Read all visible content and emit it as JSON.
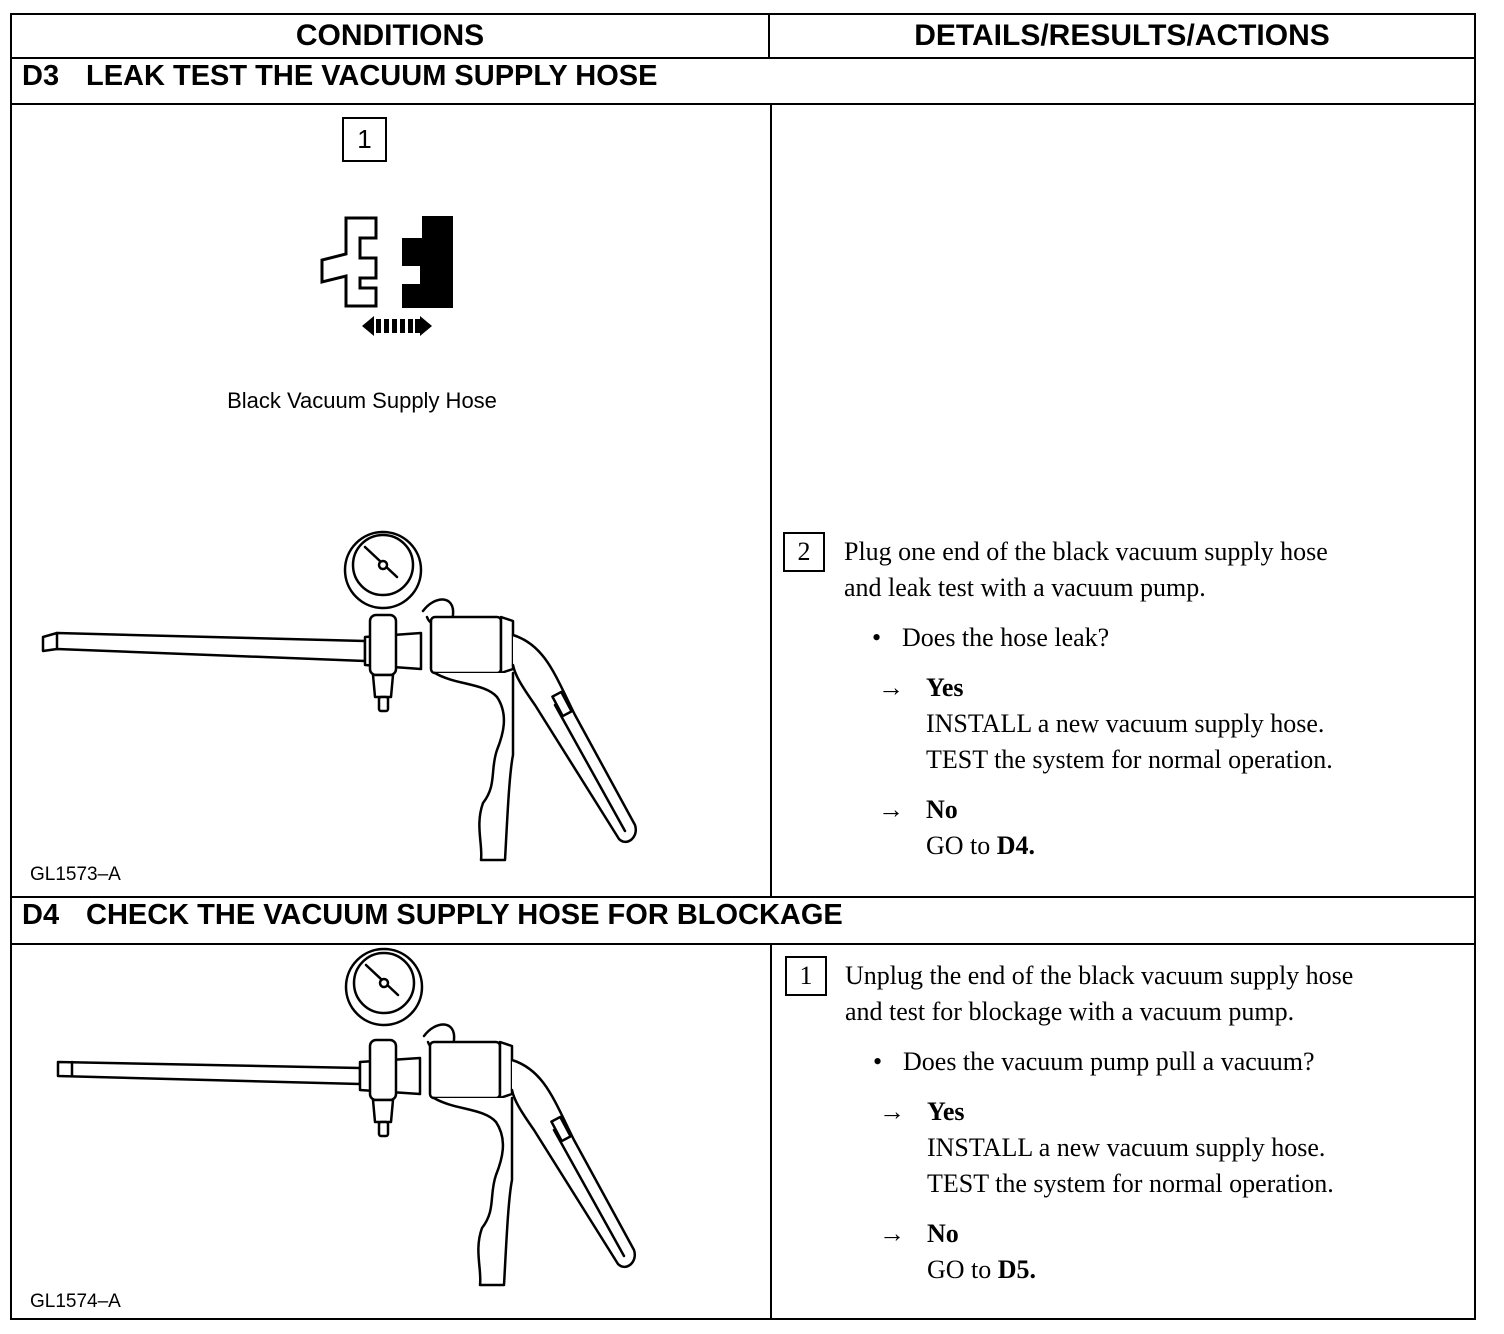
{
  "columns": {
    "conditions": "CONDITIONS",
    "details": "DETAILS/RESULTS/ACTIONS"
  },
  "sections": [
    {
      "code": "D3",
      "title": "LEAK TEST THE VACUUM SUPPLY HOSE",
      "figure_step": "1",
      "figure_caption": "Black Vacuum Supply Hose",
      "figure_id": "GL1573–A",
      "step": {
        "number": "2",
        "text_line1": "Plug one end of the black vacuum supply hose",
        "text_line2": "and leak test with a vacuum pump.",
        "bullet": "•",
        "question": "Does the hose leak?",
        "yes": {
          "arrow": "→",
          "label": "Yes",
          "line1": "INSTALL a new vacuum supply hose.",
          "line2": "TEST the system for normal operation."
        },
        "no": {
          "arrow": "→",
          "label": "No",
          "prefix": "GO to ",
          "target": "D4."
        }
      }
    },
    {
      "code": "D4",
      "title": "CHECK THE VACUUM SUPPLY HOSE FOR BLOCKAGE",
      "figure_id": "GL1574–A",
      "step": {
        "number": "1",
        "text_line1": "Unplug the end of the black vacuum supply hose",
        "text_line2": "and test for blockage with a vacuum pump.",
        "bullet": "•",
        "question": "Does the vacuum pump pull a vacuum?",
        "yes": {
          "arrow": "→",
          "label": "Yes",
          "line1": "INSTALL a new vacuum supply hose.",
          "line2": "TEST the system for normal operation."
        },
        "no": {
          "arrow": "→",
          "label": "No",
          "prefix": "GO to ",
          "target": "D5."
        }
      }
    }
  ]
}
